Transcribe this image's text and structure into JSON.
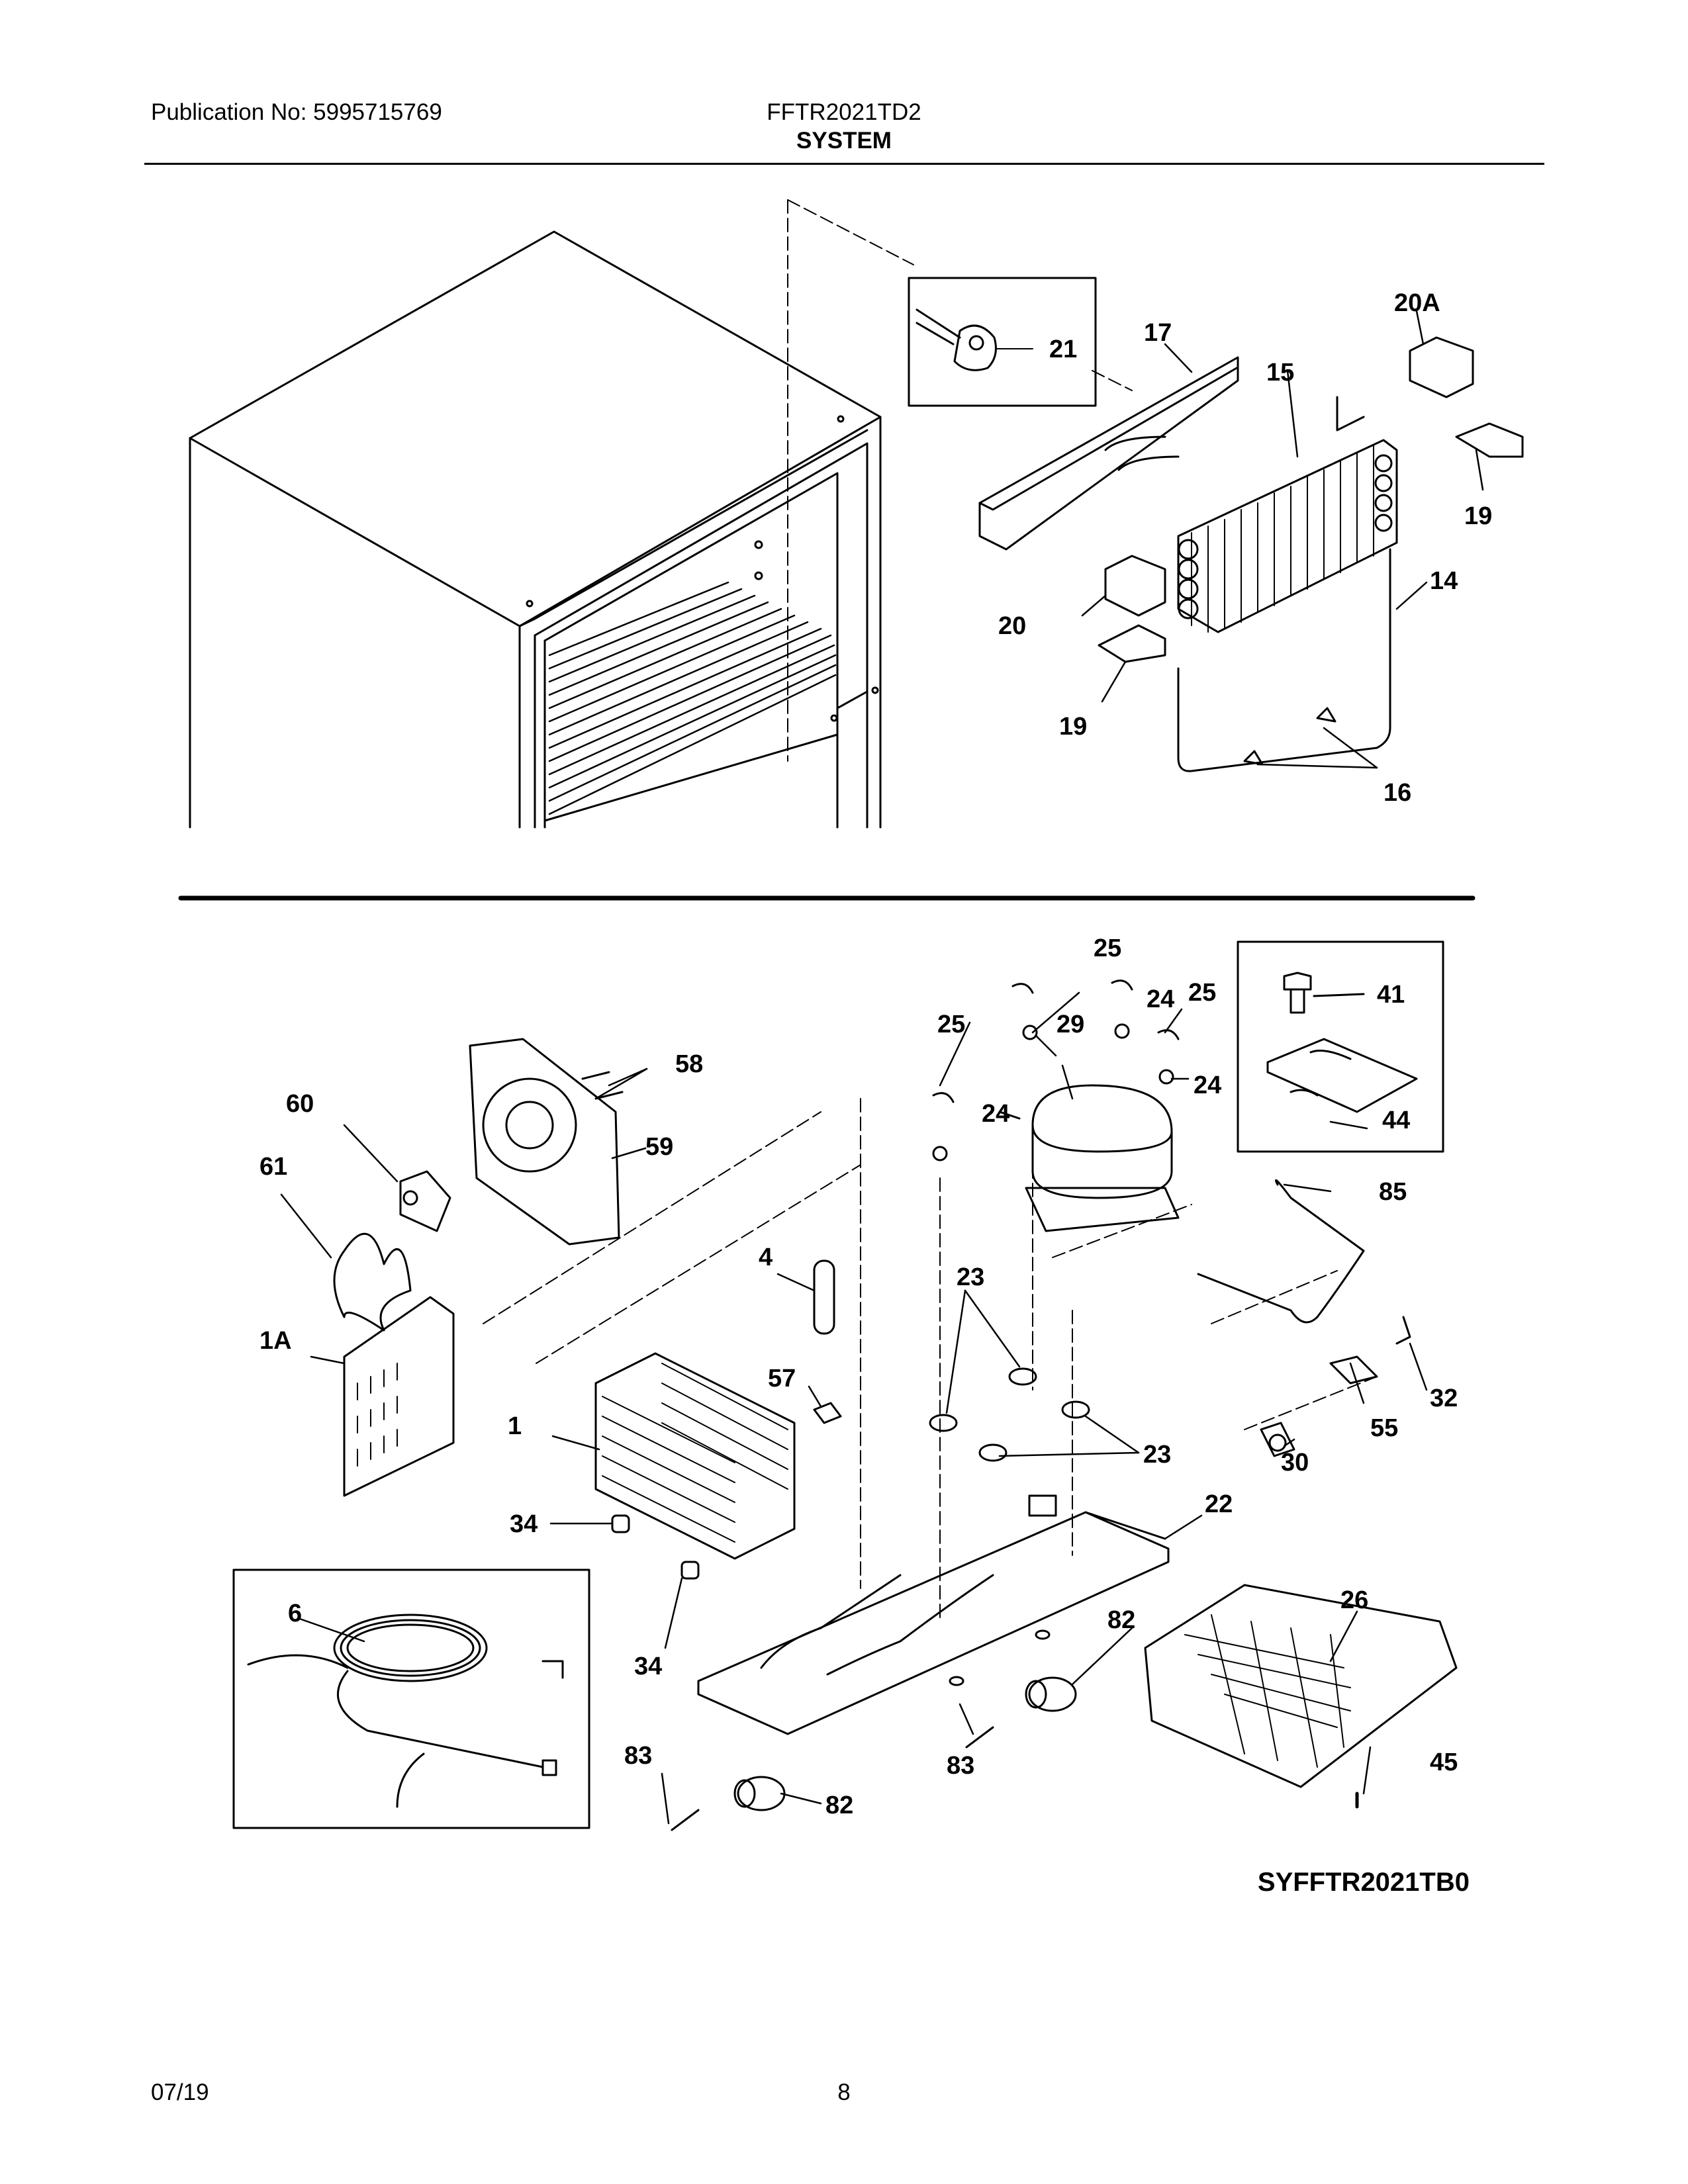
{
  "header": {
    "publication": "Publication No: 5995715769",
    "model": "FFTR2021TD2",
    "section": "SYSTEM"
  },
  "diagram": {
    "drawing_code": "SYFFTR2021TB0",
    "callouts": {
      "c21": "21",
      "c17": "17",
      "c20A": "20A",
      "c15": "15",
      "c19a": "19",
      "c14": "14",
      "c20": "20",
      "c19b": "19",
      "c16": "16",
      "c25a": "25",
      "c25b": "25",
      "c25c": "25",
      "c24a": "24",
      "c24b": "24",
      "c24c": "24",
      "c29": "29",
      "c41": "41",
      "c44": "44",
      "c58": "58",
      "c59": "59",
      "c60": "60",
      "c61": "61",
      "c85": "85",
      "c4": "4",
      "c23a": "23",
      "c23b": "23",
      "c1A": "1A",
      "c57": "57",
      "c32": "32",
      "c55": "55",
      "c30": "30",
      "c1": "1",
      "c34a": "34",
      "c22": "22",
      "c26": "26",
      "c6": "6",
      "c34b": "34",
      "c82a": "82",
      "c83a": "83",
      "c83b": "83",
      "c82b": "82",
      "c45": "45"
    }
  },
  "footer": {
    "date": "07/19",
    "page": "8"
  }
}
